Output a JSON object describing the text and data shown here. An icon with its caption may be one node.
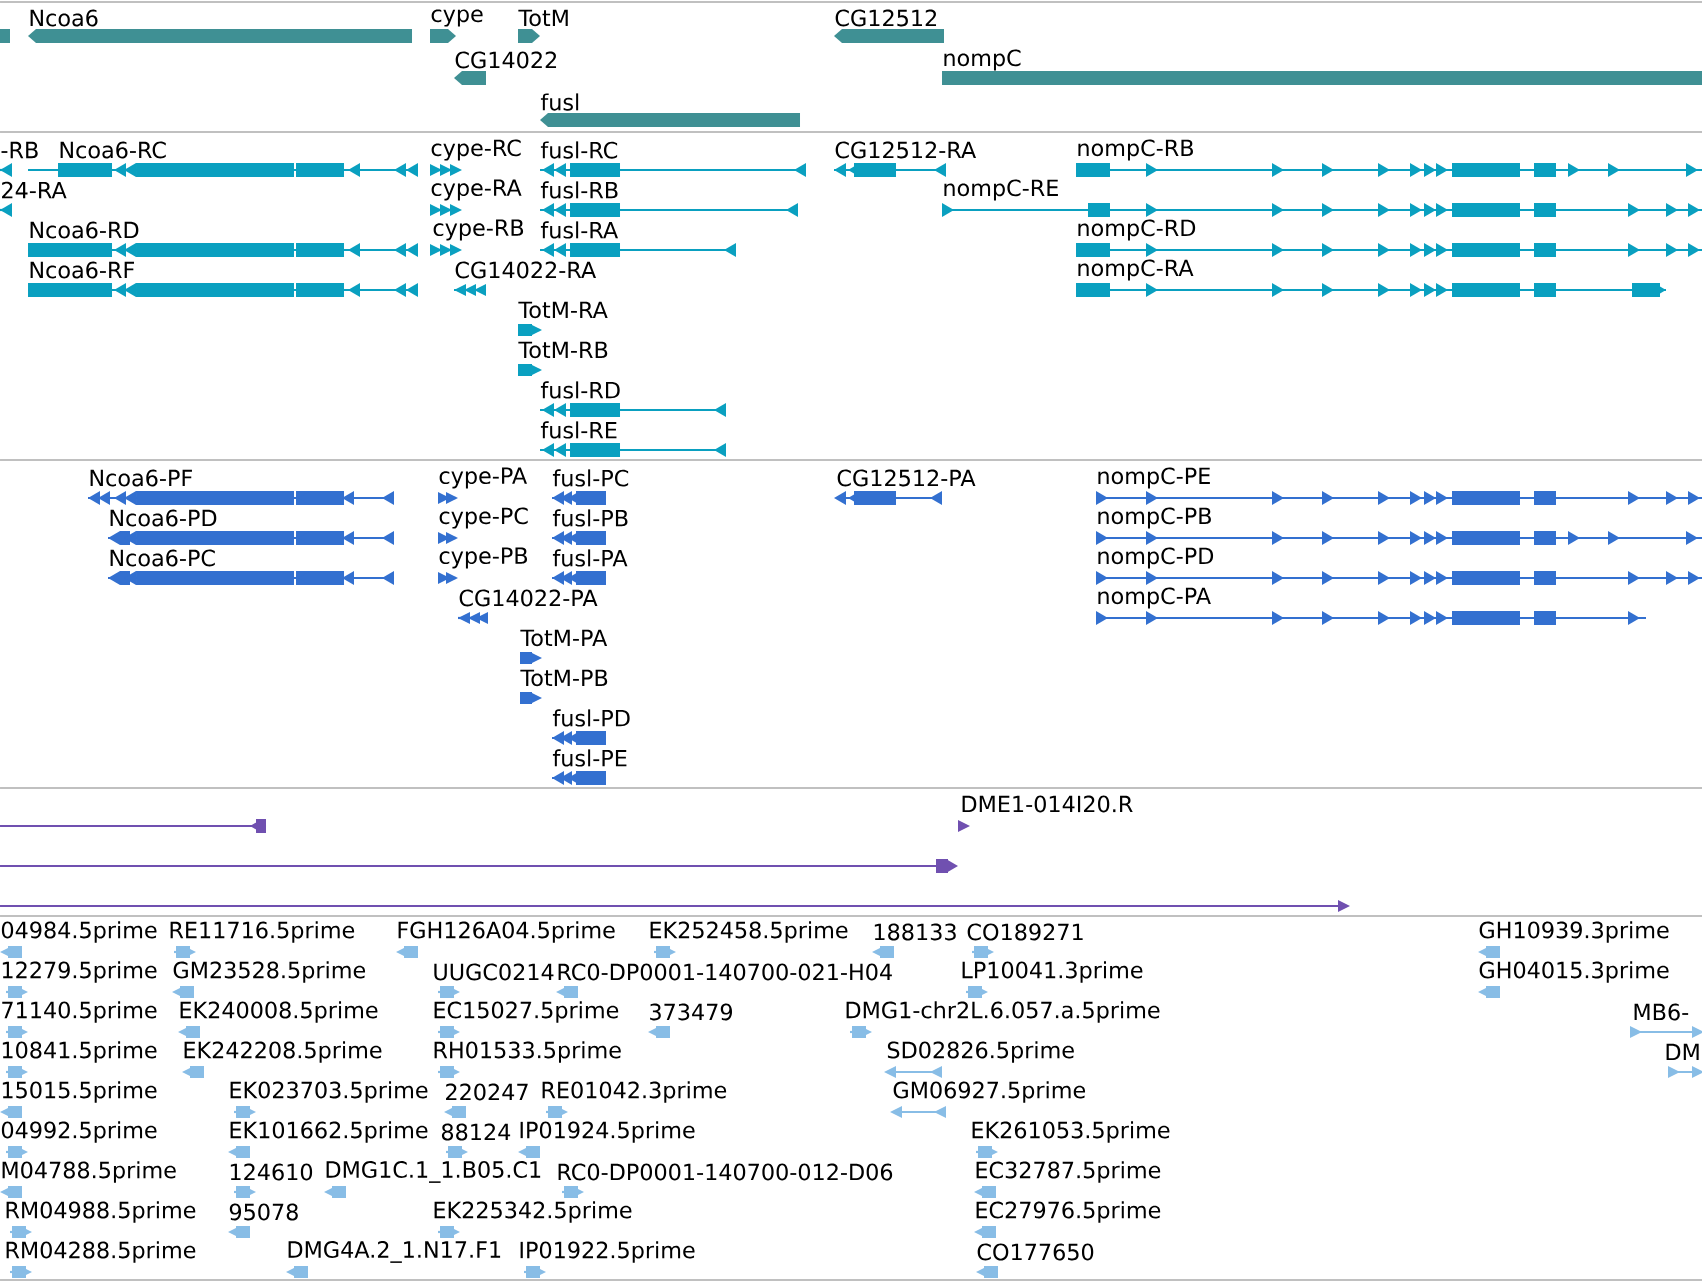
{
  "diagram": {
    "labels": [
      "Ncoa6",
      "cype",
      "TotM",
      "CG12512",
      "CG14022",
      "nompC",
      "fusl",
      "-RB",
      "Ncoa6-RC",
      "cype-RC",
      "fusl-RC",
      "CG12512-RA",
      "nompC-RB",
      "24-RA",
      "cype-RA",
      "fusl-RB",
      "nompC-RE",
      "Ncoa6-RD",
      "cype-RB",
      "fusl-RA",
      "nompC-RD",
      "Ncoa6-RF",
      "CG14022-RA",
      "nompC-RA",
      "TotM-RA",
      "TotM-RB",
      "fusl-RD",
      "fusl-RE",
      "Ncoa6-PF",
      "cype-PA",
      "fusl-PC",
      "CG12512-PA",
      "nompC-PE",
      "Ncoa6-PD",
      "cype-PC",
      "fusl-PB",
      "nompC-PB",
      "Ncoa6-PC",
      "cype-PB",
      "fusl-PA",
      "nompC-PD",
      "CG14022-PA",
      "nompC-PA",
      "TotM-PA",
      "TotM-PB",
      "fusl-PD",
      "fusl-PE",
      "DME1-014I20.R",
      "04984.5prime",
      "RE11716.5prime",
      "FGH126A04.5prime",
      "EK252458.5prime",
      "188133",
      "CO189271",
      "GH10939.3prime",
      "12279.5prime",
      "GM23528.5prime",
      "UUGC0214",
      "RC0-DP0001-140700-021-H04",
      "LP10041.3prime",
      "GH04015.3prime",
      "71140.5prime",
      "EK240008.5prime",
      "EC15027.5prime",
      "373479",
      "DMG1-chr2L.6.057.a.5prime",
      "MB6-",
      "10841.5prime",
      "EK242208.5prime",
      "RH01533.5prime",
      "SD02826.5prime",
      "DM",
      "15015.5prime",
      "EK023703.5prime",
      "220247",
      "RE01042.3prime",
      "GM06927.5prime",
      "04992.5prime",
      "EK101662.5prime",
      "88124",
      "IP01924.5prime",
      "EK261053.5prime",
      "M04788.5prime",
      "124610",
      "DMG1C.1_1.B05.C1",
      "RC0-DP0001-140700-012-D06",
      "EC32787.5prime",
      "RM04988.5prime",
      "95078",
      "EK225342.5prime",
      "EC27976.5prime",
      "RM04288.5prime",
      "DMG4A.2_1.N17.F1",
      "IP01922.5prime",
      "CO177650"
    ]
  }
}
